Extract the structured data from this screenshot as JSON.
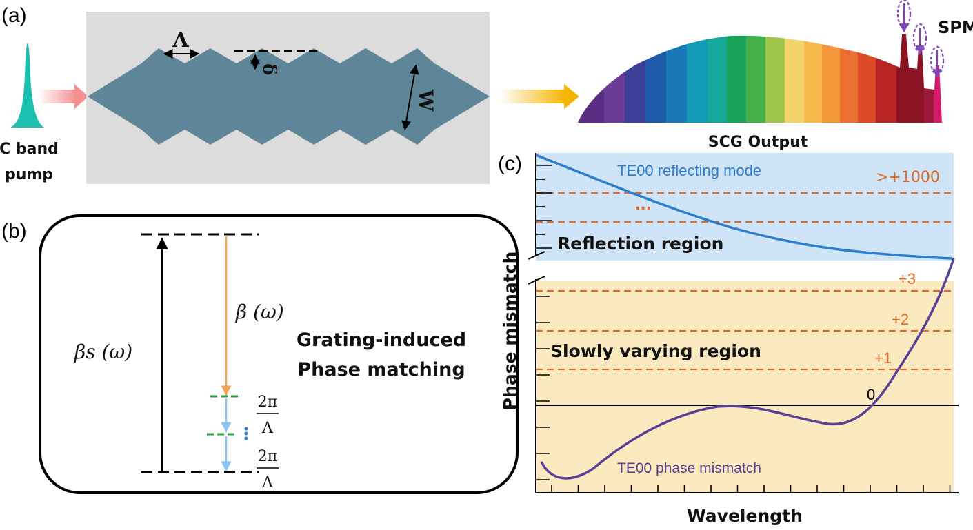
{
  "panel_a": {
    "label": "(a)",
    "pump_label_line1": "C band",
    "pump_label_line2": "pump",
    "period_symbol": "Λ",
    "depth_symbol": "δ",
    "width_symbol": "W",
    "output_label": "SCG Output",
    "spm_label": "SPM",
    "colors": {
      "pump": "#1bbfb0",
      "waveguide": "#5f8598",
      "substrate": "#dcdcdc",
      "pump_arrow": "#f4a3a3",
      "output_arrow": "#f5b400",
      "spm_arrow": "#7b45b8"
    }
  },
  "panel_b": {
    "label": "(b)",
    "beta_s": "βs (ω)",
    "beta": "β (ω)",
    "caption_line1": "Grating-induced",
    "caption_line2": "Phase matching",
    "frac1_num": "2π",
    "frac1_den": "Λ",
    "frac2_num": "2π",
    "frac2_den": "Λ",
    "colors": {
      "beta_arrow": "#f4a25a",
      "grating_arrow": "#8ec4f0",
      "grating_level": "#2ea043"
    }
  },
  "panel_c": {
    "label": "(c)",
    "reflecting_mode": "TE00 reflecting mode",
    "high_order": ">+1000",
    "ellipsis": "...",
    "reflection_region": "Reflection region",
    "slow_region": "Slowly varying region",
    "order_labels": [
      "+3",
      "+2",
      "+1"
    ],
    "zero_label": "0",
    "mismatch_curve_label": "TE00 phase mismatch",
    "x_axis": "Wavelength",
    "y_axis": "Phase mismatch",
    "colors": {
      "reflection_bg": "#cfe4f7",
      "slow_bg": "#fbe9bf",
      "reflecting_curve": "#2e7ecf",
      "mismatch_curve": "#5a3f96",
      "order_line": "#e06a2a"
    }
  }
}
